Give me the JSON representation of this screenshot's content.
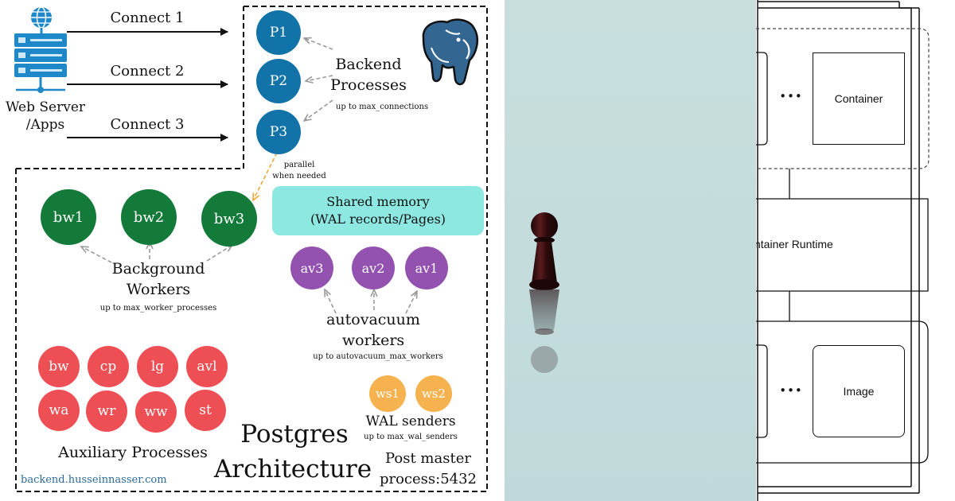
{
  "left": {
    "server": {
      "label1": "Web Server",
      "label2": "/Apps"
    },
    "connections": [
      "Connect 1",
      "Connect 2",
      "Connect 3"
    ],
    "backend": {
      "processes": [
        "P1",
        "P2",
        "P3"
      ],
      "label1": "Backend",
      "label2": "Processes",
      "limit": "up to max_connections",
      "parallel1": "parallel",
      "parallel2": "when needed"
    },
    "background_workers": {
      "items": [
        "bw1",
        "bw2",
        "bw3"
      ],
      "label1": "Background",
      "label2": "Workers",
      "limit": "up to max_worker_processes"
    },
    "shared_memory": {
      "line1": "Shared memory",
      "line2": "(WAL records/Pages)"
    },
    "autovacuum": {
      "items": [
        "av3",
        "av2",
        "av1"
      ],
      "label1": "autovacuum",
      "label2": "workers",
      "limit": "up to autovacuum_max_workers"
    },
    "auxiliary": {
      "items": [
        "bw",
        "cp",
        "lg",
        "avl",
        "wa",
        "wr",
        "ww",
        "st"
      ],
      "label": "Auxiliary Processes"
    },
    "wal_senders": {
      "items": [
        "ws1",
        "ws2"
      ],
      "label": "WAL senders",
      "limit": "up to max_wal_senders"
    },
    "title1": "Postgres",
    "title2": "Architecture",
    "postmaster1": "Post master",
    "postmaster2": "process:5432",
    "credit": "backend.husseinnasser.com"
  },
  "right": {
    "container_label": "Container",
    "runtime_label": "ntainer Runtime",
    "image_label": "Image",
    "ellipsis": "•••"
  },
  "colors": {
    "backend_blue": "#1273a8",
    "worker_green": "#137a3a",
    "autovacuum_purple": "#9352b0",
    "auxiliary_red": "#ee4f55",
    "wal_orange": "#f5b24e",
    "shared_memory_cyan": "#8de8e2",
    "credit_blue": "#2a6a9a",
    "elephant_blue": "#336791"
  }
}
